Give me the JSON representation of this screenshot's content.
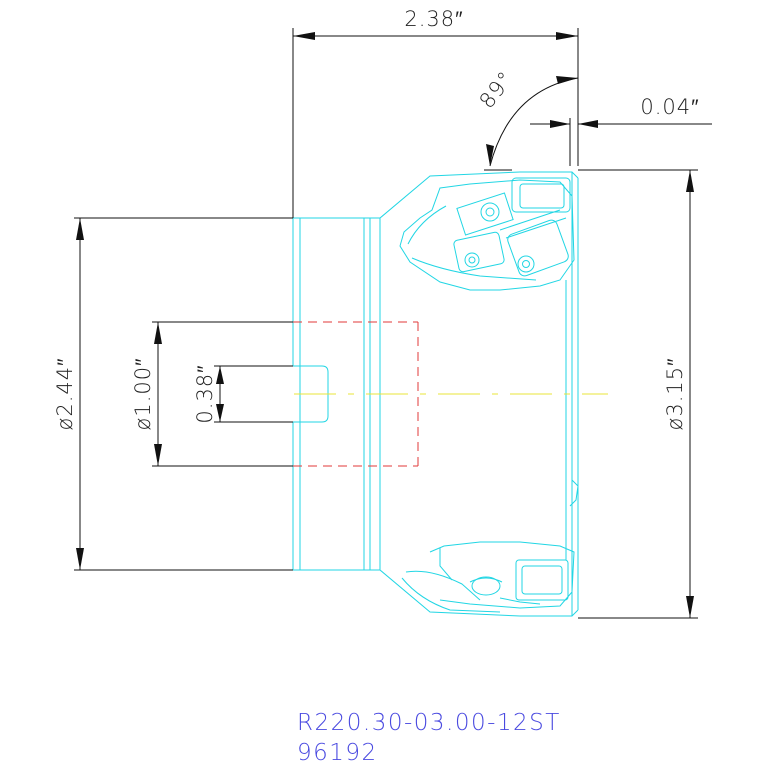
{
  "dimensions": {
    "overall_length": "2.38″",
    "angle": "89°",
    "offset": "0.04″",
    "shank_diameter": "ø2.44″",
    "bore_diameter": "ø1.00″",
    "keyway_width": "0.38″",
    "cutting_diameter": "ø3.15″"
  },
  "label": {
    "part_number": "R220.30-03.00-12ST",
    "item_number": "96192"
  },
  "colors": {
    "tool_outline": "#22d6e4",
    "bore_hidden": "#e23a3a",
    "centerline": "#e8e43a",
    "dimension": "#111111",
    "label": "#4a4ae0"
  }
}
